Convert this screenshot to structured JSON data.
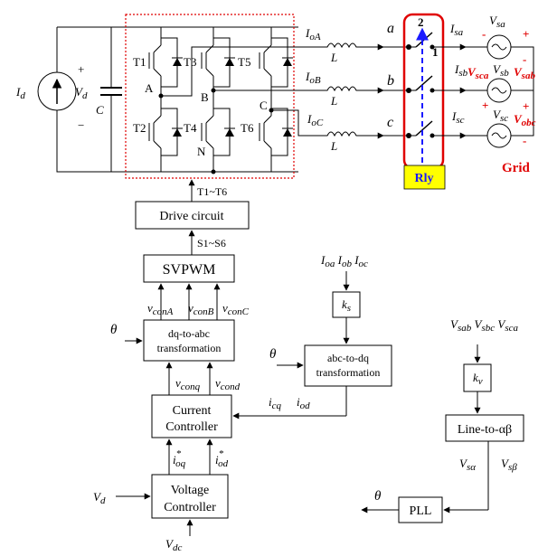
{
  "dc_source": {
    "current": "I",
    "current_sub": "d",
    "voltage": "V",
    "voltage_sub": "d",
    "plus": "+",
    "minus": "−",
    "cap": "C"
  },
  "switches": {
    "t1": "T1",
    "t2": "T2",
    "t3": "T3",
    "t4": "T4",
    "t5": "T5",
    "t6": "T6"
  },
  "nodes": {
    "a_upper": "A",
    "b_upper": "B",
    "c_upper": "C",
    "n": "N"
  },
  "line_currents": {
    "a": "I",
    "a_sub": "oA",
    "b": "I",
    "b_sub": "oB",
    "c": "I",
    "c_sub": "oC",
    "inductor": "L"
  },
  "phases": {
    "a": "a",
    "b": "b",
    "c": "c"
  },
  "relay": {
    "pos2": "2",
    "pos1": "1",
    "label": "Rly"
  },
  "grid": {
    "label": "Grid",
    "isa": "I",
    "isa_sub": "sa",
    "isb": "I",
    "isb_sub": "sb",
    "isc": "I",
    "isc_sub": "sc",
    "vsa": "V",
    "vsa_sub": "sa",
    "vsb": "V",
    "vsb_sub": "sb",
    "vsc": "V",
    "vsc_sub": "sc",
    "vsca": "V",
    "vsca_sub": "sca",
    "vsab": "V",
    "vsab_sub": "sab",
    "vobc": "V",
    "vobc_sub": "obc",
    "plus": "+",
    "minus": "-"
  },
  "blocks": {
    "drive": "Drive circuit",
    "svpwm": "SVPWM",
    "dq_abc_1": "dq-to-abc",
    "dq_abc_2": "transformation",
    "abc_dq_1": "abc-to-dq",
    "abc_dq_2": "transformation",
    "current_1": "Current",
    "current_2": "Controller",
    "voltage_1": "Voltage",
    "voltage_2": "Controller",
    "line_ab": "Line-to-αβ",
    "pll": "PLL",
    "ks": "k",
    "ks_sub": "s",
    "kv": "k",
    "kv_sub": "v"
  },
  "signals": {
    "t1t6": "T1~T6",
    "s1s6": "S1~S6",
    "vcon": "v",
    "vconA_sub": "conA",
    "vconB_sub": "conB",
    "vconC_sub": "conC",
    "vconq_sub": "conq",
    "vcond_sub": "cond",
    "theta": "θ",
    "ioa_iob_ioc": "I",
    "ioa_sub": "oa",
    "iob_sub": "ob",
    "ioc_sub": "oc",
    "i": "i",
    "icq_sub": "cq",
    "iod_sub": "od",
    "ioq_star_sub": "oq",
    "iod_star_sub": "od",
    "star": "*",
    "vd": "V",
    "vd_sub": "d",
    "vdc": "V",
    "vdc_sub": "dc",
    "vsab": "V",
    "vsab_sub": "sab",
    "vsbc_sub": "sbc",
    "vsca_sub": "sca",
    "vsalpha_sub": "sα",
    "vsbeta_sub": "sβ"
  }
}
